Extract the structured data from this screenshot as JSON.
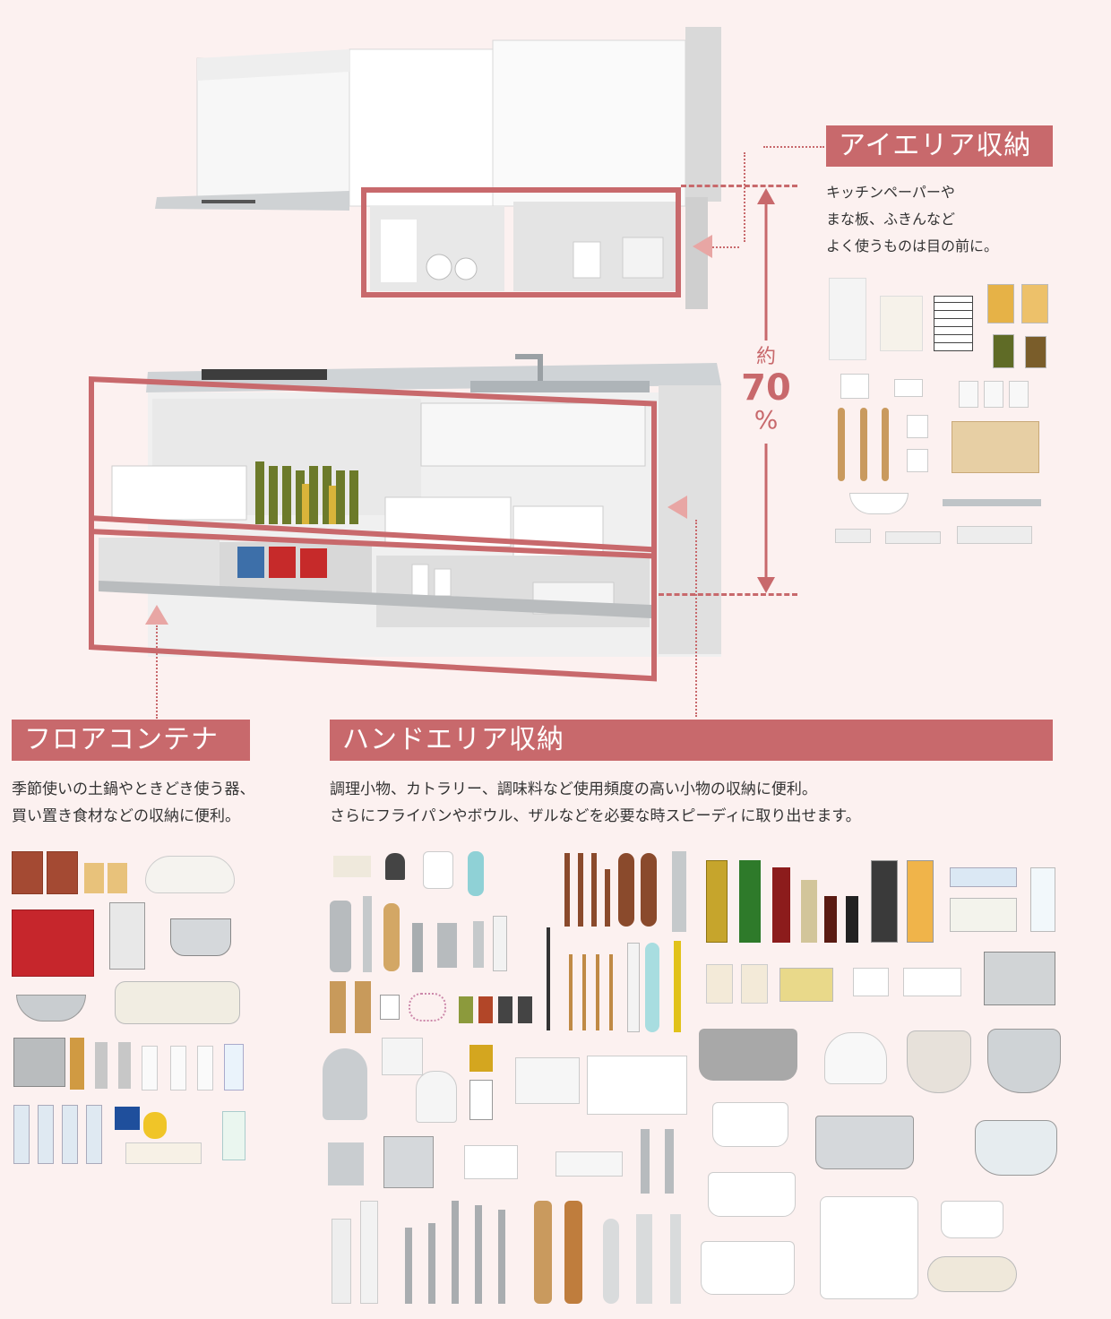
{
  "eye_area": {
    "title": "アイエリア収納",
    "desc": "キッチンペーパーや\nまな板、ふきんなど\nよく使うものは目の前に。"
  },
  "percentage": {
    "prefix": "約",
    "number": "70",
    "unit": "%"
  },
  "floor_container": {
    "title": "フロアコンテナ",
    "desc": "季節使いの土鍋やときどき使う器、\n買い置き食材などの収納に便利。"
  },
  "hand_area": {
    "title": "ハンドエリア収納",
    "desc": "調理小物、カトラリー、調味料など使用頻度の高い小物の収納に便利。\nさらにフライパンやボウル、ザルなどを必要な時スピーディに取り出せます。"
  },
  "colors": {
    "accent": "#c8696c",
    "arrow": "#e8a6a4",
    "background": "#fcf1f0"
  },
  "icons": [
    "kitchen-photo",
    "arrow-up-icon",
    "arrow-left-icon",
    "double-arrow-icon"
  ]
}
